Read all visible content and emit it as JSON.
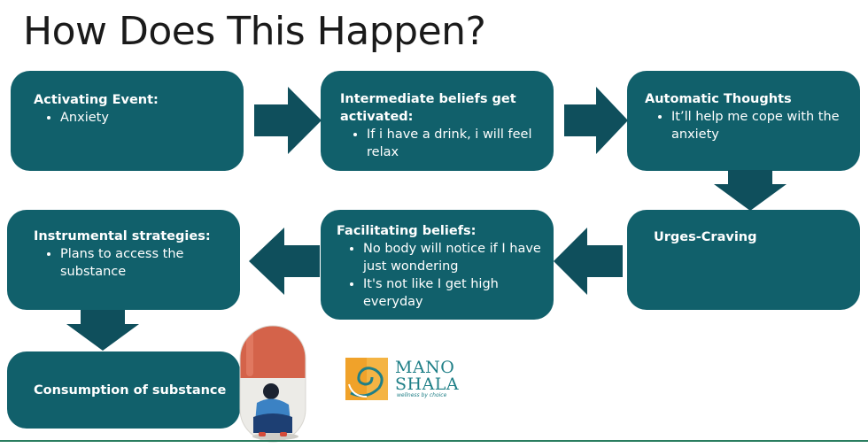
{
  "title": "How Does This Happen?",
  "boxes": {
    "activating": {
      "heading": "Activating Event:",
      "items": [
        "Anxiety"
      ]
    },
    "intermediate": {
      "heading": "Intermediate beliefs get activated:",
      "items": [
        "If i have a drink, i will feel relax"
      ]
    },
    "automatic": {
      "heading": "Automatic Thoughts",
      "items": [
        "It’ll help me cope with the anxiety"
      ]
    },
    "urges": {
      "heading": "Urges-Craving"
    },
    "facilitating": {
      "heading": "Facilitating beliefs:",
      "items": [
        "No body will notice if I have just wondering",
        "It's not like I get high everyday"
      ]
    },
    "instrumental": {
      "heading": "Instrumental strategies:",
      "items": [
        "Plans to access the substance"
      ]
    },
    "consumption": {
      "heading": "Consumption of substance"
    }
  },
  "logo": {
    "line1": "MANO",
    "line2": "SHALA",
    "tagline": "wellness by choice"
  },
  "colors": {
    "box": "#11606b",
    "arrow": "#0f4f5c",
    "logo_orange": "#f0a22a",
    "logo_teal": "#1f7f87"
  }
}
